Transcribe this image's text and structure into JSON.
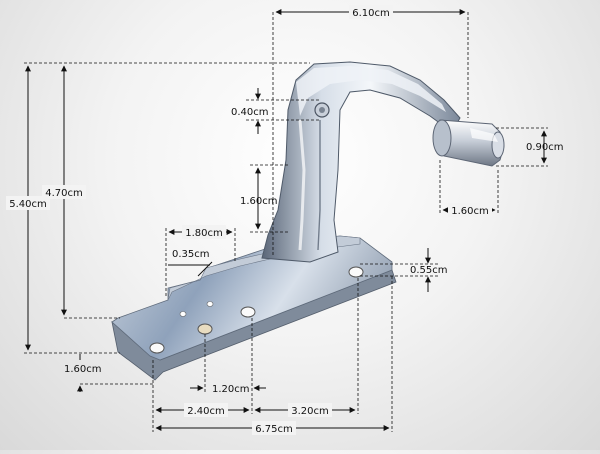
{
  "figure": {
    "subject": "metal hinge bracket with pin",
    "colors": {
      "metal_light": "#dfe6ee",
      "metal_mid": "#9aa7b8",
      "metal_dark": "#4a5566",
      "dim_line": "#111111",
      "background": "#ececec"
    }
  },
  "dimensions": {
    "top_width": "6.10cm",
    "total_height": "5.40cm",
    "arm_height": "4.70cm",
    "slot_depth": "0.40cm",
    "pin_diameter": "0.90cm",
    "upright_width": "1.60cm",
    "pin_length": "1.60cm",
    "tab_width": "1.80cm",
    "hole_small": "0.35cm",
    "plate_thickness": "0.55cm",
    "plate_edge": "1.60cm",
    "hole_spacing_a": "1.20cm",
    "hole_spacing_b": "2.40cm",
    "hole_spacing_c": "3.20cm",
    "base_length": "6.75cm"
  }
}
